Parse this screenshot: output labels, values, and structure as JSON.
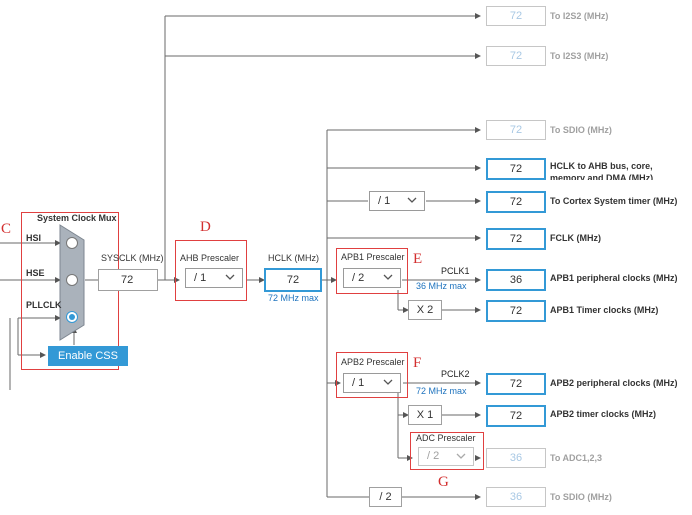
{
  "outputs": {
    "i2s2": {
      "value": "72",
      "label": "To I2S2 (MHz)"
    },
    "i2s3": {
      "value": "72",
      "label": "To I2S3 (MHz)"
    },
    "sdio_top": {
      "value": "72",
      "label": "To SDIO (MHz)"
    },
    "hclk_ahb": {
      "value": "72",
      "label": "HCLK to AHB bus, core, memory and DMA (MHz)"
    },
    "cortex": {
      "value": "72",
      "label": "To Cortex System timer (MHz)"
    },
    "fclk": {
      "value": "72",
      "label": "FCLK (MHz)"
    },
    "apb1_periph": {
      "value": "36",
      "label": "APB1 peripheral clocks (MHz)"
    },
    "apb1_timer": {
      "value": "72",
      "label": "APB1 Timer clocks (MHz)"
    },
    "apb2_periph": {
      "value": "72",
      "label": "APB2 peripheral clocks (MHz)"
    },
    "apb2_timer": {
      "value": "72",
      "label": "APB2 timer clocks (MHz)"
    },
    "adc": {
      "value": "36",
      "label": "To ADC1,2,3"
    },
    "sdio_bottom": {
      "value": "36",
      "label": "To SDIO (MHz)"
    }
  },
  "mux": {
    "title": "System Clock Mux",
    "hsi": "HSI",
    "hse": "HSE",
    "pllclk": "PLLCLK",
    "enable_css": "Enable CSS"
  },
  "sysclk": {
    "label": "SYSCLK (MHz)",
    "value": "72"
  },
  "ahb": {
    "label": "AHB Prescaler",
    "value": "/ 1"
  },
  "hclk": {
    "label": "HCLK (MHz)",
    "value": "72",
    "max": "72 MHz max"
  },
  "cortex_div": {
    "value": "/ 1"
  },
  "apb1": {
    "label": "APB1 Prescaler",
    "value": "/ 2",
    "pclk": "PCLK1",
    "max": "36 MHz max",
    "mult": "X 2"
  },
  "apb2": {
    "label": "APB2 Prescaler",
    "value": "/ 1",
    "pclk": "PCLK2",
    "max": "72 MHz max",
    "mult": "X 1"
  },
  "adc_prescaler": {
    "label": "ADC Prescaler",
    "value": "/ 2"
  },
  "sdio_div": {
    "value": "/ 2"
  },
  "letters": {
    "c": "C",
    "d": "D",
    "e": "E",
    "f": "F",
    "g": "G"
  },
  "colors": {
    "active_border": "#3399d6",
    "annotation": "#d32f2f",
    "button": "#3399d6"
  }
}
